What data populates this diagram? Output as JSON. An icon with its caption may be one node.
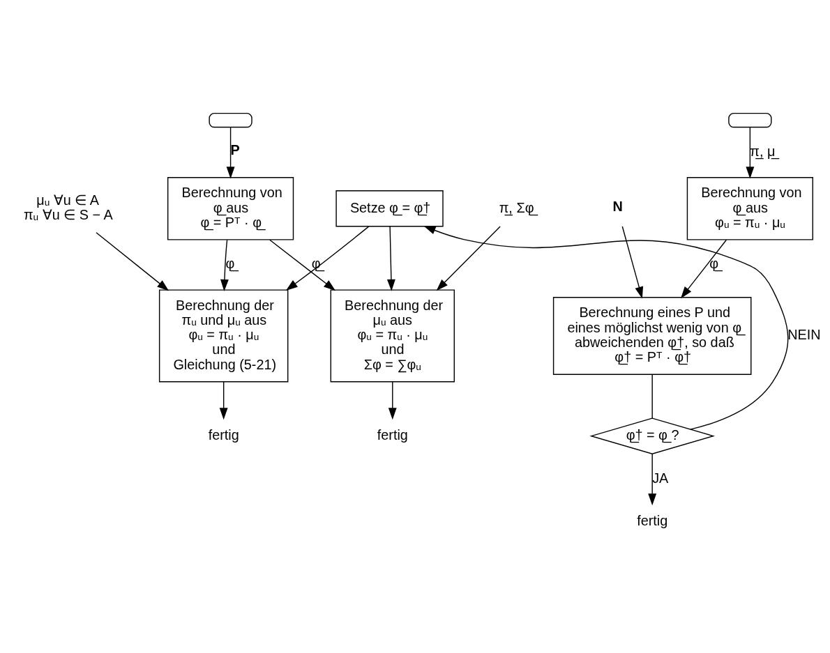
{
  "diagram": {
    "nodes": [
      {
        "text": [],
        "shape": "oval"
      },
      {
        "text": [
          "Berechnung von",
          "φ̲ aus",
          "φ̲ = Pᵀ · φ̲"
        ]
      },
      {
        "text": [
          "Setze φ̲ = φ̲†"
        ]
      },
      {
        "text": [
          "μᵤ ∀u ∈ A",
          "πᵤ ∀u ∈ S − A"
        ]
      },
      {
        "text": [
          "π̲, Σφ̲"
        ]
      },
      {
        "text": [
          "Berechnung der",
          "πᵤ und μᵤ aus",
          "φᵤ = πᵤ · μᵤ",
          "und",
          "Gleichung (5-21)"
        ]
      },
      {
        "text": [
          "Berechnung der",
          "μᵤ aus",
          "φᵤ = πᵤ · μᵤ",
          "und",
          "Σφ = ∑φᵤ"
        ]
      },
      {
        "text": [
          "fertig"
        ]
      },
      {
        "text": [
          "fertig"
        ]
      },
      {
        "text": [],
        "shape": "oval"
      },
      {
        "text": [
          "Berechnung von",
          "φ̲ aus",
          "φᵤ = πᵤ · μᵤ"
        ]
      },
      {
        "text": [
          "N"
        ]
      },
      {
        "text": [
          "Berechnung eines P und",
          "eines möglichst wenig von φ̲",
          "abweichenden φ̲†, so daß",
          "φ̲† = Pᵀ · φ̲†"
        ]
      },
      {
        "text": [
          "φ̲† = φ̲ ?"
        ]
      },
      {
        "text": [
          "fertig"
        ]
      }
    ],
    "edges": [
      {
        "from": 0,
        "to": 1,
        "arrow": "to",
        "label": "P"
      },
      {
        "from": 1,
        "to": 5,
        "arrow": "to",
        "label": "φ̲"
      },
      {
        "from": 1,
        "to": 6,
        "arrow": "to",
        "label": "φ̲"
      },
      {
        "from": 2,
        "to": 5,
        "arrow": "to"
      },
      {
        "from": 2,
        "to": 6,
        "arrow": "to"
      },
      {
        "from": 3,
        "to": 5,
        "arrow": "to"
      },
      {
        "from": 4,
        "to": 6,
        "arrow": "to"
      },
      {
        "from": 5,
        "to": 7,
        "arrow": "to"
      },
      {
        "from": 6,
        "to": 8,
        "arrow": "to"
      },
      {
        "from": 9,
        "to": 10,
        "arrow": "to",
        "label": "π̲, μ̲"
      },
      {
        "from": 10,
        "to": 12,
        "arrow": "to",
        "label": "φ̲"
      },
      {
        "from": 11,
        "to": 12,
        "arrow": "to"
      },
      {
        "from": 12,
        "to": 13,
        "arrow": "none"
      },
      {
        "from": 13,
        "to": 2,
        "arrow": "to",
        "label": "NEIN"
      },
      {
        "from": 13,
        "to": 14,
        "arrow": "to",
        "label": "JA"
      }
    ]
  }
}
